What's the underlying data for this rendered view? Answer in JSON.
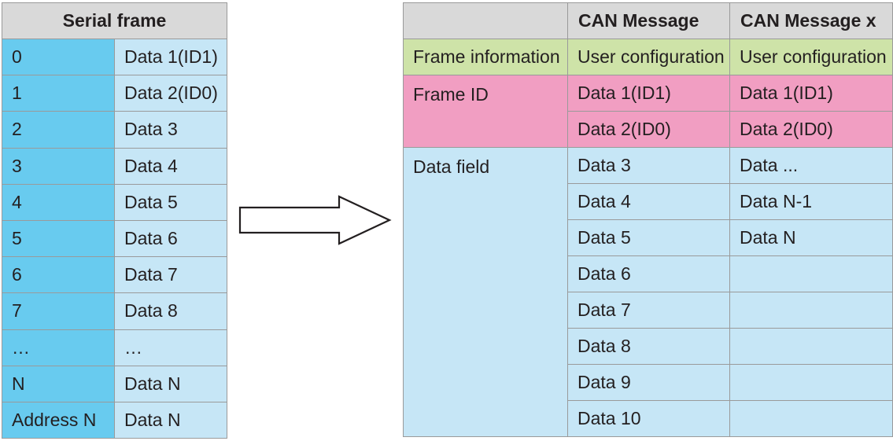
{
  "serial_frame": {
    "header": "Serial frame",
    "rows": [
      {
        "index": "0",
        "value": "Data 1(ID1)"
      },
      {
        "index": "1",
        "value": "Data 2(ID0)"
      },
      {
        "index": "2",
        "value": "Data 3"
      },
      {
        "index": "3",
        "value": "Data 4"
      },
      {
        "index": "4",
        "value": "Data 5"
      },
      {
        "index": "5",
        "value": "Data 6"
      },
      {
        "index": "6",
        "value": "Data 7"
      },
      {
        "index": "7",
        "value": "Data 8"
      },
      {
        "index": "…",
        "value": "…"
      },
      {
        "index": "N",
        "value": "Data N"
      },
      {
        "index": "Address N",
        "value": "Data N"
      }
    ]
  },
  "can_table": {
    "headers": [
      "",
      "CAN Message",
      "CAN Message x"
    ],
    "frame_information": {
      "label": "Frame information",
      "msg": "User configuration",
      "msg_x": "User configuration"
    },
    "frame_id": {
      "label": "Frame ID",
      "msg": [
        "Data 1(ID1)",
        "Data 2(ID0)"
      ],
      "msg_x": [
        "Data 1(ID1)",
        "Data 2(ID0)"
      ]
    },
    "data_field": {
      "label": "Data field",
      "msg": [
        "Data 3",
        "Data 4",
        "Data 5",
        "Data 6",
        "Data 7",
        "Data 8",
        "Data 9",
        "Data 10"
      ],
      "msg_x": [
        "Data ...",
        "Data N-1",
        "Data N",
        "",
        "",
        "",
        "",
        ""
      ]
    }
  },
  "colors": {
    "index_blue": "#68cbef",
    "light_blue": "#c6e6f6",
    "green": "#cee3a8",
    "pink": "#f19ec2",
    "header_gray": "#d9d9d9"
  }
}
